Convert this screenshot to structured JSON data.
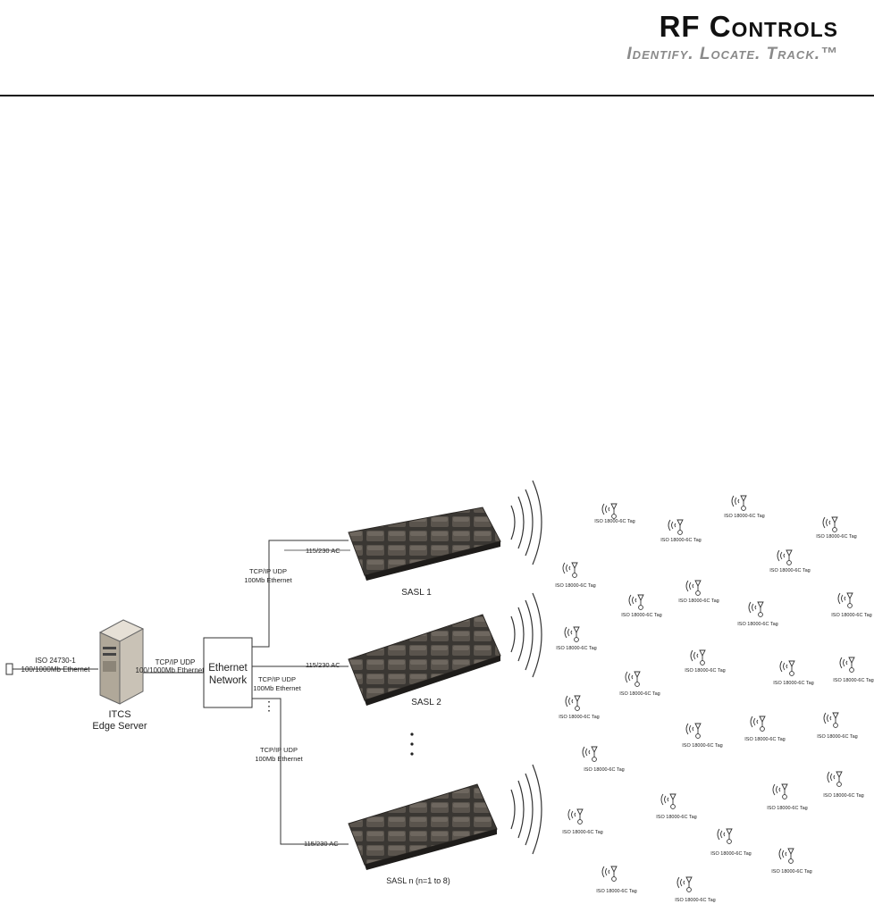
{
  "header": {
    "brand_name": "RF Controls",
    "brand_tagline": "Identify. Locate. Track.™"
  },
  "diagram": {
    "server": {
      "name_line1": "ITCS",
      "name_line2": "Edge Server",
      "in_link_line1": "ISO 24730-1",
      "in_link_line2": "100/1000Mb Ethernet",
      "out_link_line1": "TCP/IP UDP",
      "out_link_line2": "100/1000Mb Ethernet"
    },
    "network": {
      "line1": "Ethernet",
      "line2": "Network"
    },
    "branch_link": {
      "line1": "TCP/IP UDP",
      "line2": "100Mb Ethernet"
    },
    "power_label": "115/230 AC",
    "vertical_ellipsis": "⋮",
    "readers": [
      {
        "label": "SASL 1"
      },
      {
        "label": "SASL 2"
      },
      {
        "label": "SASL n (n=1 to 8)"
      }
    ],
    "tag_label": "ISO 18000-6C Tag"
  }
}
